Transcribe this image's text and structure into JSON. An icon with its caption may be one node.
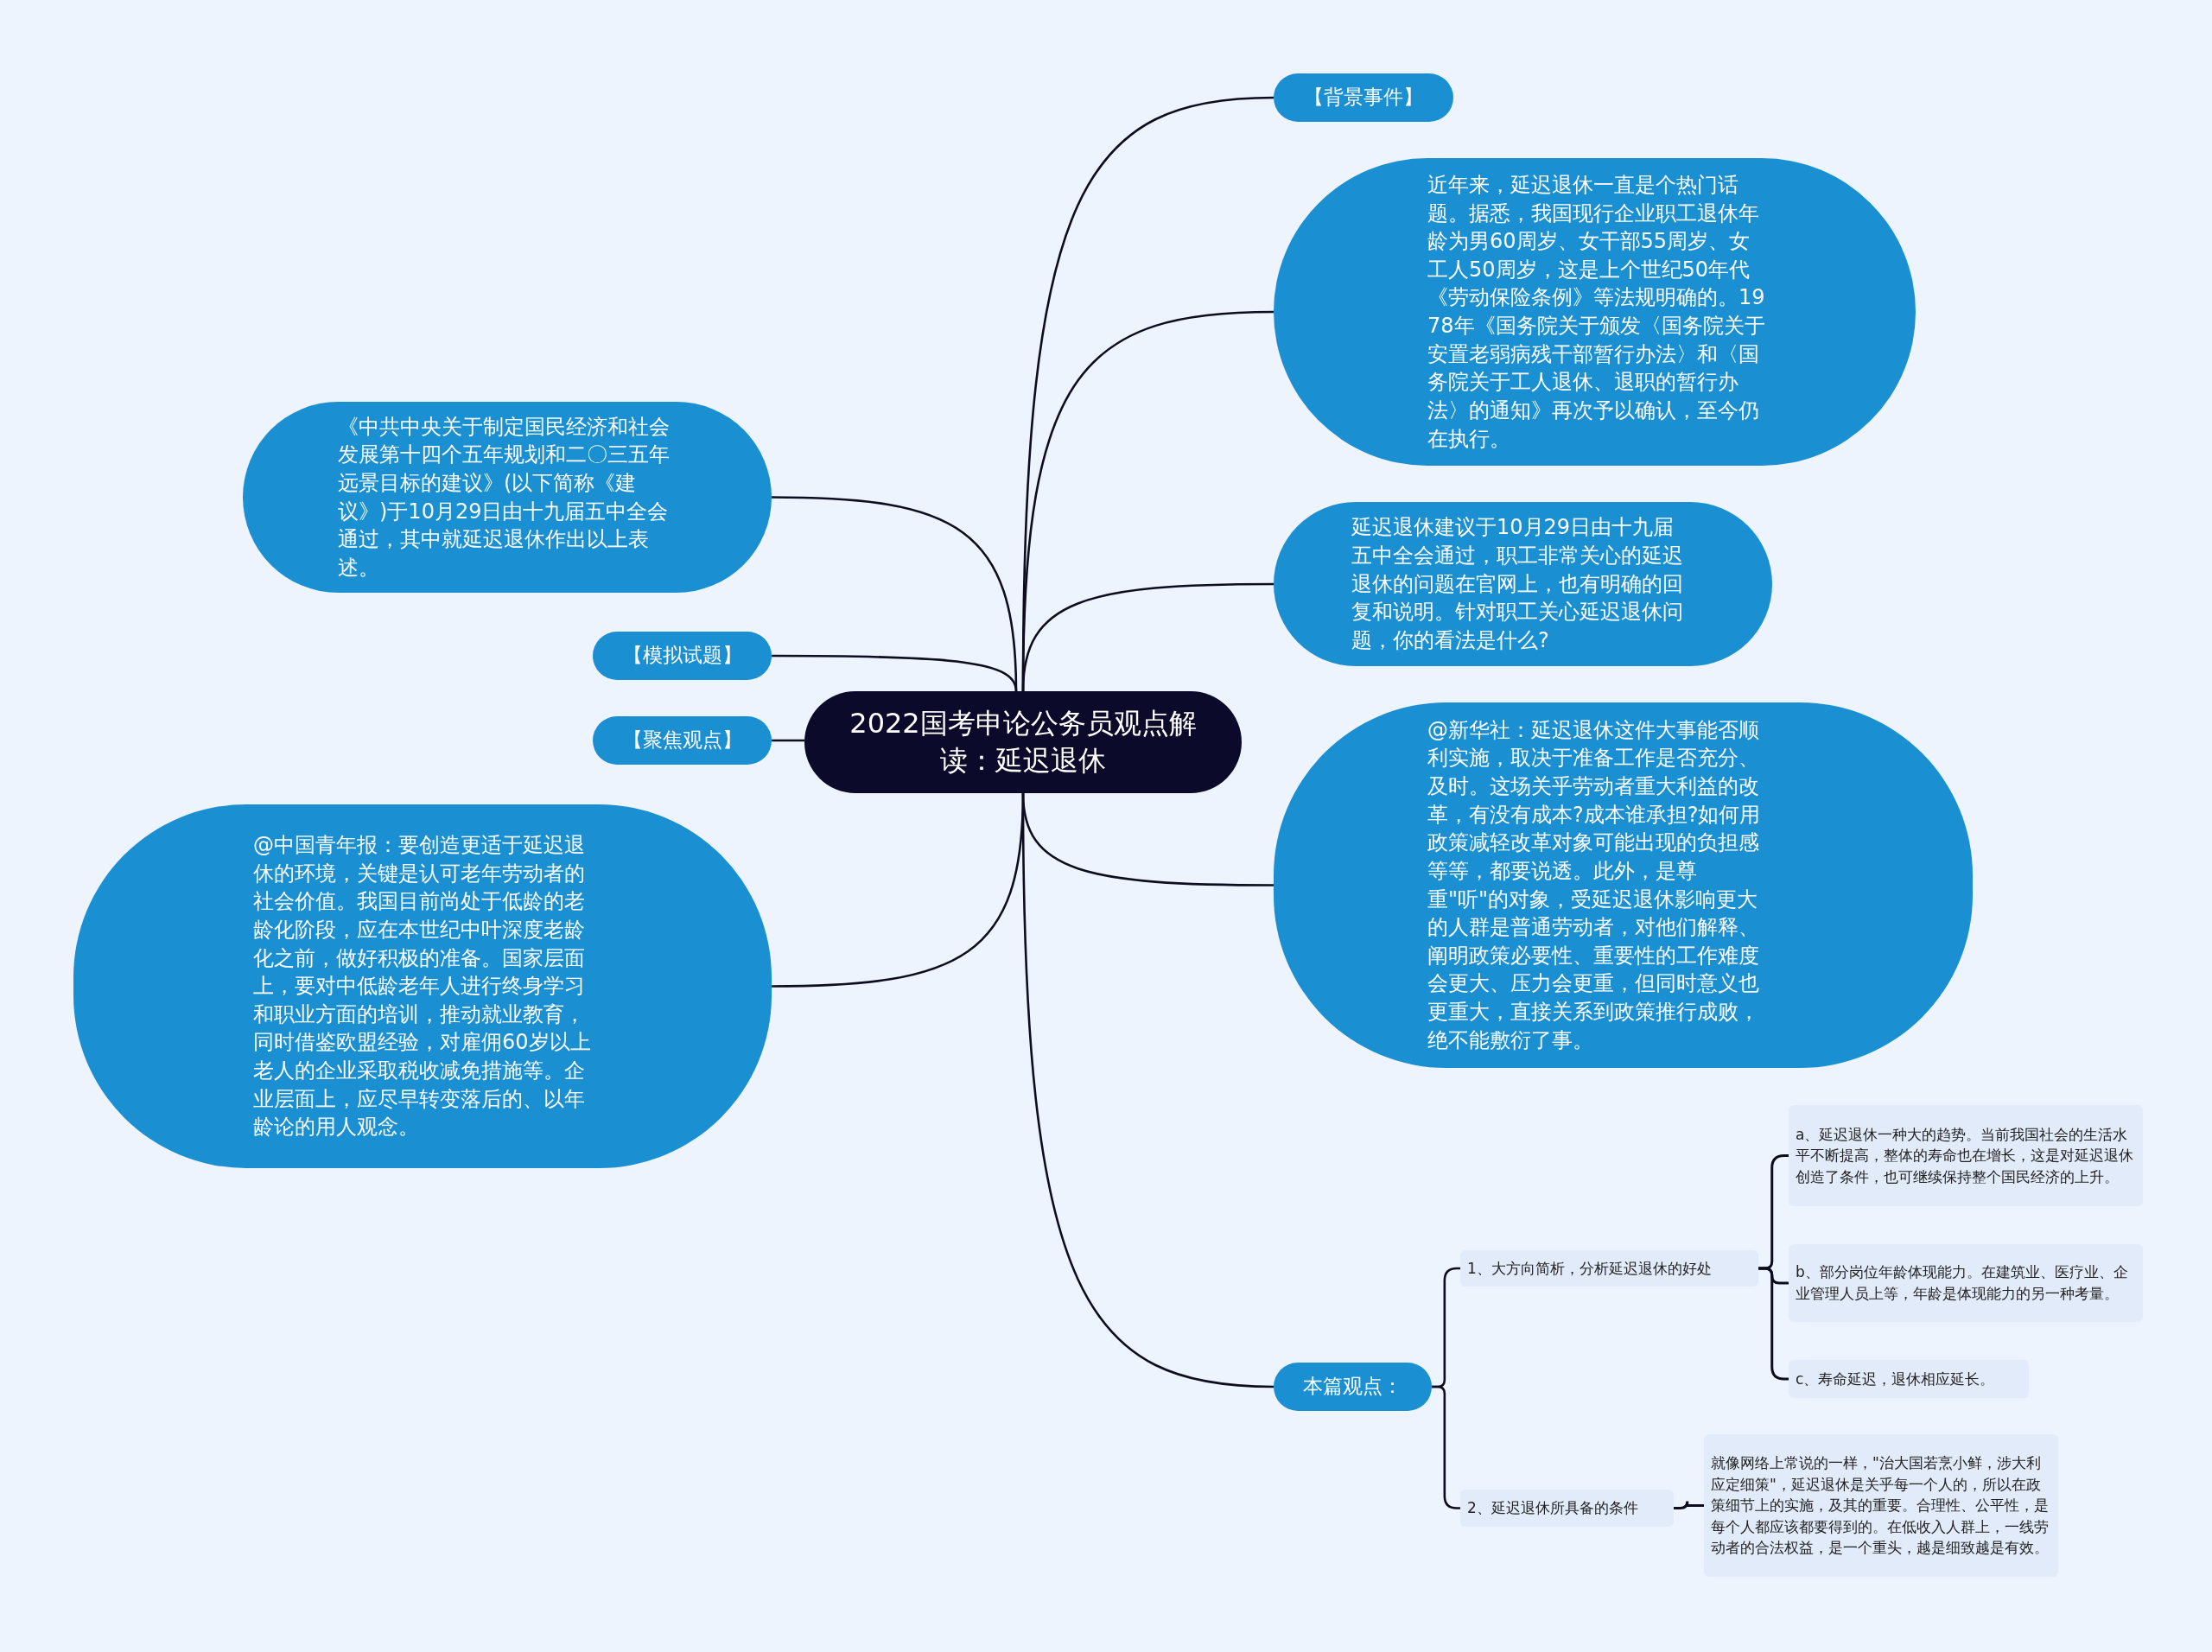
{
  "diagram": {
    "nodes": [
      {
        "text": [
          "2022国考申论公务员观点解读：延迟退休"
        ]
      },
      {
        "text": [
          "【背景事件】"
        ]
      },
      {
        "text": [
          "近年来，延迟退休一直是个热门话题。据悉，我国现行企业职工退休年龄为男60周岁、女干部55周岁、女工人50周岁，这是上个世纪50年代《劳动保险条例》等法规明确的。1978年《国务院关于颁发〈国务院关于安置老弱病残干部暂行办法〉和〈国务院关于工人退休、退职的暂行办法〉的通知》再次予以确认，至今仍在执行。"
        ]
      },
      {
        "text": [
          "延迟退休建议于10月29日由十九届五中全会通过，职工非常关心的延迟退休的问题在官网上，也有明确的回复和说明。针对职工关心延迟退休问题，你的看法是什么?"
        ]
      },
      {
        "text": [
          "@新华社：延迟退休这件大事能否顺利实施，取决于准备工作是否充分、及时。这场关乎劳动者重大利益的改革，有没有成本?成本谁承担?如何用政策减轻改革对象可能出现的负担感等等，都要说透。此外，是尊重\"听\"的对象，受延迟退休影响更大的人群是普通劳动者，对他们解释、阐明政策必要性、重要性的工作难度会更大、压力会更重，但同时意义也更重大，直接关系到政策推行成败，绝不能敷衍了事。"
        ]
      },
      {
        "text": [
          "本篇观点："
        ]
      },
      {
        "text": [
          "1、大方向简析，分析延迟退休的好处"
        ]
      },
      {
        "text": [
          "a、延迟退休一种大的趋势。当前我国社会的生活水平不断提高，整体的寿命也在增长，这是对延迟退休创造了条件，也可继续保持整个国民经济的上升。"
        ]
      },
      {
        "text": [
          "b、部分岗位年龄体现能力。在建筑业、医疗业、企业管理人员上等，年龄是体现能力的另一种考量。"
        ]
      },
      {
        "text": [
          "c、寿命延迟，退休相应延长。"
        ]
      },
      {
        "text": [
          "2、延迟退休所具备的条件"
        ]
      },
      {
        "text": [
          "就像网络上常说的一样，\"治大国若烹小鲜，涉大利应定细策\"，延迟退休是关乎每一个人的，所以在政策细节上的实施，及其的重要。合理性、公平性，是每个人都应该都要得到的。在低收入人群上，一线劳动者的合法权益，是一个重头，越是细致越是有效。"
        ]
      },
      {
        "text": [
          "《中共中央关于制定国民经济和社会发展第十四个五年规划和二〇三五年远景目标的建议》(以下简称《建议》)于10月29日由十九届五中全会通过，其中就延迟退休作出以上表述。"
        ]
      },
      {
        "text": [
          "【模拟试题】"
        ]
      },
      {
        "text": [
          "【聚焦观点】"
        ]
      },
      {
        "text": [
          "@中国青年报：要创造更适于延迟退休的环境，关键是认可老年劳动者的社会价值。我国目前尚处于低龄的老龄化阶段，应在本世纪中叶深度老龄化之前，做好积极的准备。国家层面上，要对中低龄老年人进行终身学习和职业方面的培训，推动就业教育，同时借鉴欧盟经验，对雇佣60岁以上老人的企业采取税收减免措施等。企业层面上，应尽早转变落后的、以年龄论的用人观念。"
        ]
      }
    ],
    "edges": [
      {
        "from": 0,
        "to": 1,
        "arrow": "none"
      },
      {
        "from": 0,
        "to": 2,
        "arrow": "none"
      },
      {
        "from": 0,
        "to": 3,
        "arrow": "none"
      },
      {
        "from": 0,
        "to": 4,
        "arrow": "none"
      },
      {
        "from": 0,
        "to": 5,
        "arrow": "none"
      },
      {
        "from": 5,
        "to": 6,
        "arrow": "none"
      },
      {
        "from": 6,
        "to": 7,
        "arrow": "none"
      },
      {
        "from": 6,
        "to": 8,
        "arrow": "none"
      },
      {
        "from": 6,
        "to": 9,
        "arrow": "none"
      },
      {
        "from": 5,
        "to": 10,
        "arrow": "none"
      },
      {
        "from": 10,
        "to": 11,
        "arrow": "none"
      },
      {
        "from": 0,
        "to": 12,
        "arrow": "none"
      },
      {
        "from": 0,
        "to": 13,
        "arrow": "none"
      },
      {
        "from": 0,
        "to": 14,
        "arrow": "none"
      },
      {
        "from": 0,
        "to": 15,
        "arrow": "none"
      }
    ]
  }
}
